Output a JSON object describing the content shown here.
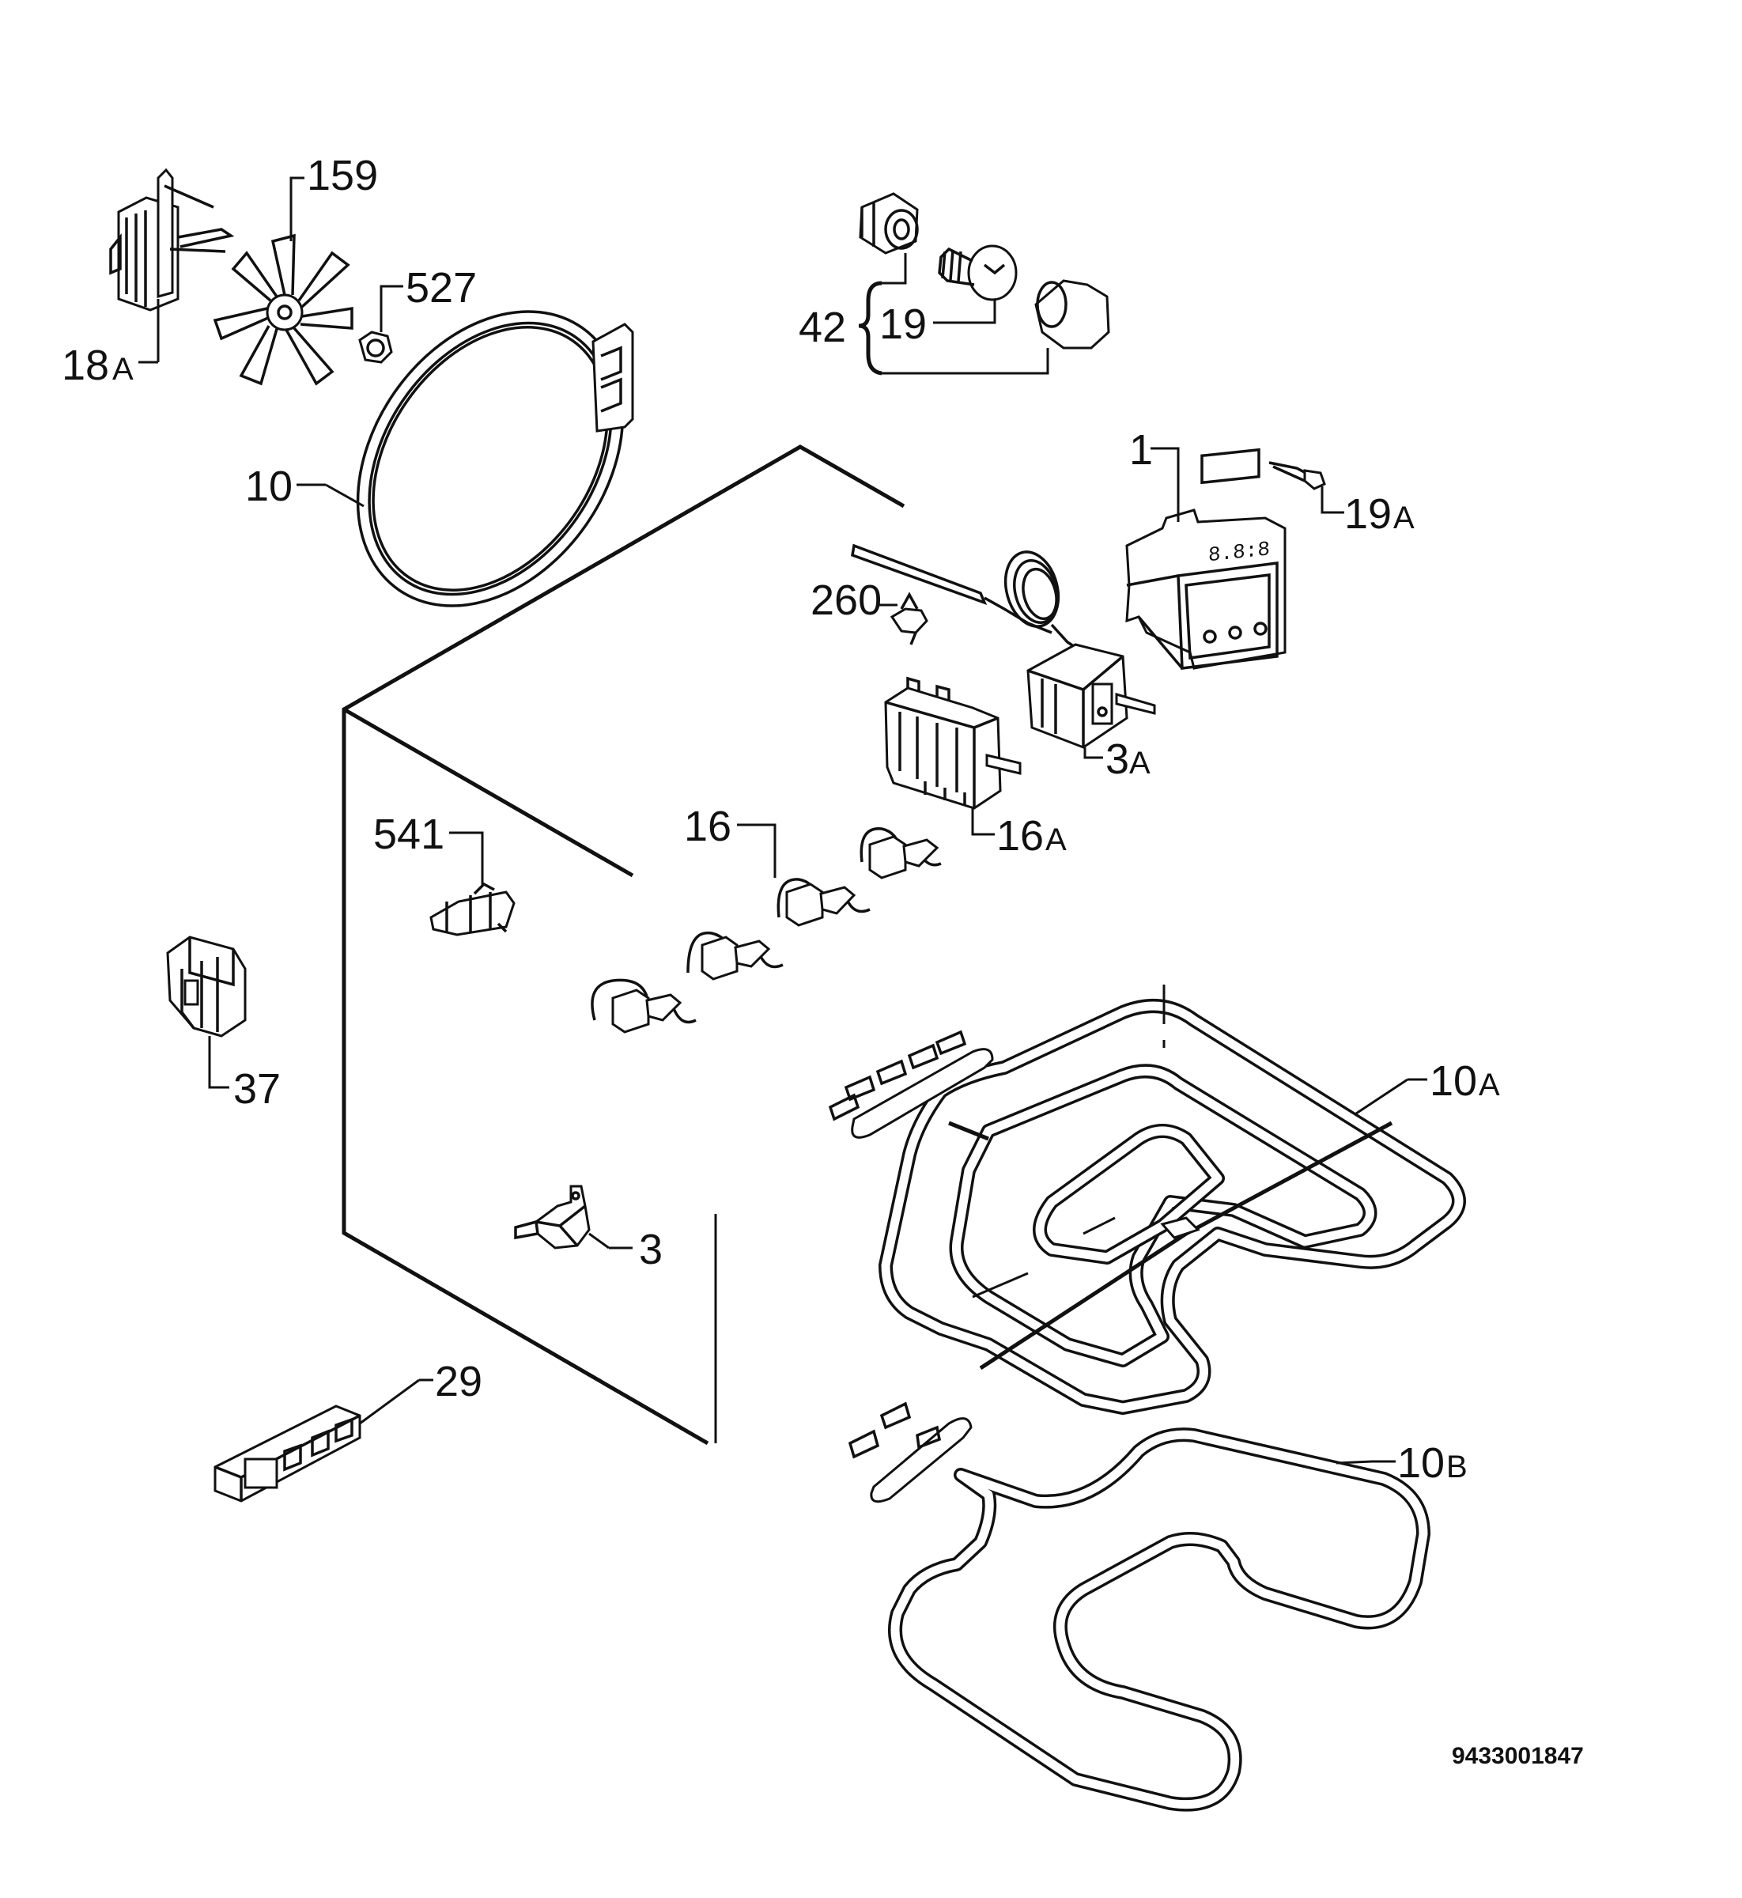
{
  "labels": {
    "p159": "159",
    "p527": "527",
    "p18a_num": "18",
    "p18a_suf": "A",
    "p10": "10",
    "p42": "42",
    "p19": "19",
    "p1": "1",
    "p19a_num": "19",
    "p19a_suf": "A",
    "p260": "260",
    "p3a_num": "3",
    "p3a_suf": "A",
    "p16": "16",
    "p16a_num": "16",
    "p16a_suf": "A",
    "p541": "541",
    "p37": "37",
    "p10a_num": "10",
    "p10a_suf": "A",
    "p3": "3",
    "p29": "29",
    "p10b_num": "10",
    "p10b_suf": "B"
  },
  "drawing_code": "9433001847"
}
